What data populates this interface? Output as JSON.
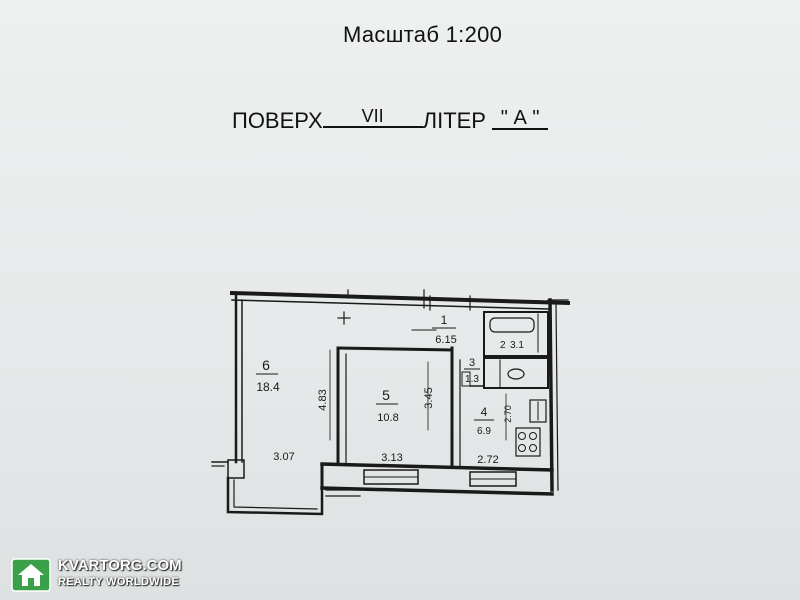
{
  "header": {
    "scale": "Масштаб 1:200",
    "floor_label": "ПОВЕРХ",
    "floor_value": "VII",
    "letter_label": "ЛІТЕР",
    "letter_value": "\" А \""
  },
  "plan": {
    "rooms": [
      {
        "number": "6",
        "area": "18.4"
      },
      {
        "number": "5",
        "area": "10.8"
      },
      {
        "number": "1",
        "area": "6.15"
      },
      {
        "number": "2",
        "area": "3.1"
      },
      {
        "number": "3",
        "area": "1.3"
      },
      {
        "number": "4",
        "area": "6.9"
      }
    ],
    "dimensions": {
      "room6_height": "4.83",
      "room5_height": "3.45",
      "room4_height": "2.70",
      "bottom_left": "3.07",
      "bottom_mid": "3.13",
      "bottom_right": "2.72"
    }
  },
  "watermark": {
    "brand": "KVARTORG.COM",
    "tagline": "REALTY WORLDWIDE"
  },
  "colors": {
    "paper": "#e9ecec",
    "ink": "#111111",
    "logo_green": "#3aa04a"
  }
}
